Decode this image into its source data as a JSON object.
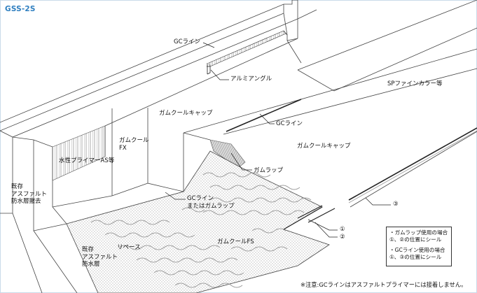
{
  "title": "GSS-2S",
  "labels": {
    "gc_line_top": "GCライン",
    "aluminum_angle": "アルミアングル",
    "sp_fine_color": "SPファインカラー等",
    "gum_cool_cap_1": "ガムクールキャップ",
    "gc_line_mid": "GCライン",
    "gum_cool_fx": "ガムクール\nFX",
    "gum_cool_cap_2": "ガムクールキャップ",
    "water_primer": "水性プライマーAS等",
    "gum_wrap": "ガムラップ",
    "existing_removed": "既存\nアスファルト\n防水層撤去",
    "gc_line_or_wrap": "GCライン\nまたはガムラップ",
    "marker_3": "③",
    "marker_1": "①",
    "marker_2": "②",
    "rebase": "リベース",
    "existing_layer": "既存\nアスファルト\n防水層",
    "gum_cool_fs": "ガムクールFS"
  },
  "legend": {
    "line1": "・ガムラップ使用の場合",
    "line2": "①、②の位置にシール",
    "line3": "・GCライン使用の場合",
    "line4": "①、③の位置にシール"
  },
  "note": "※注意:GCラインはアスファルトプライマーには接着しません。",
  "colors": {
    "title": "#2f7fc0",
    "frame": "#c9dbe9",
    "dot_fill": "#e6e6e6",
    "hatch": "#8f8f8f"
  }
}
